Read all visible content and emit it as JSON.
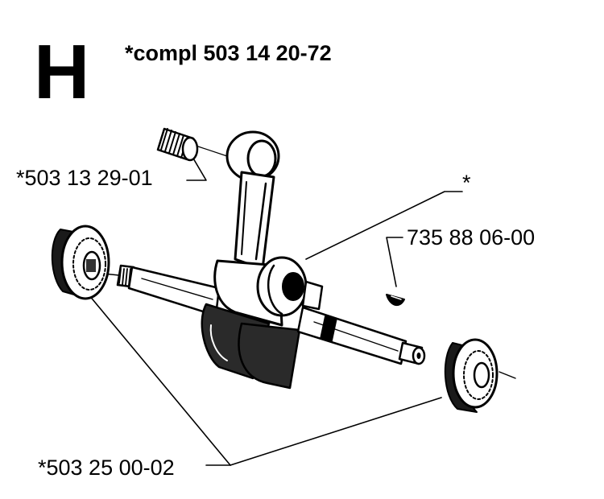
{
  "diagram": {
    "section_letter": "H",
    "assembly_label": "*compl 503 14 20-72",
    "parts": [
      {
        "label": "*503 13 29-01",
        "icon": "needle-roller-bearing-icon"
      },
      {
        "label": "*",
        "icon": "crankshaft-icon"
      },
      {
        "label": "735 88 06-00",
        "icon": "woodruff-key-icon"
      },
      {
        "label": "*503 25 00-02",
        "icon": "ball-bearing-icon"
      }
    ],
    "colors": {
      "ink": "#000000",
      "paper": "#ffffff"
    }
  }
}
